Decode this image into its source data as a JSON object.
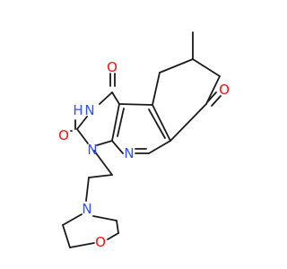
{
  "molecule": {
    "atoms": [
      {
        "id": "o1",
        "label": "O",
        "color": "#ff0d0d"
      },
      {
        "id": "n2",
        "label": "N",
        "color": "#3050f8"
      },
      {
        "id": "h2",
        "label": "H",
        "color": "#3050f8"
      },
      {
        "id": "o3",
        "label": "O",
        "color": "#ff0d0d"
      },
      {
        "id": "n4",
        "label": "N",
        "color": "#3050f8"
      },
      {
        "id": "n6",
        "label": "N",
        "color": "#3050f8"
      },
      {
        "id": "o8",
        "label": "O",
        "color": "#ff0d0d"
      },
      {
        "id": "nm",
        "label": "N",
        "color": "#3050f8"
      },
      {
        "id": "om",
        "label": "O",
        "color": "#ff0d0d"
      }
    ]
  }
}
